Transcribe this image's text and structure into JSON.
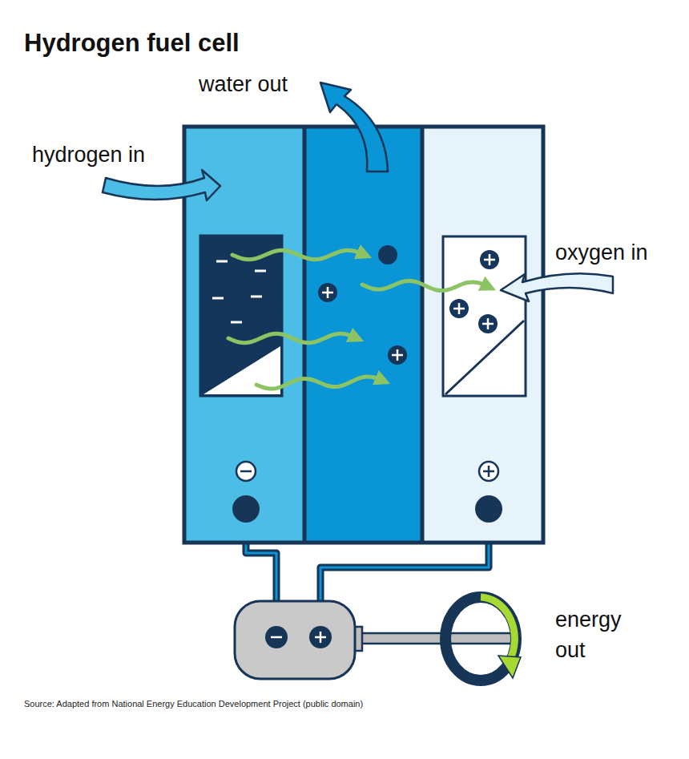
{
  "diagram": {
    "title": "Hydrogen fuel cell",
    "caption": "Source: Adapted from National Energy Education Development Project (public domain)",
    "labels": [
      "water out",
      "hydrogen in",
      "oxygen in",
      "energy out"
    ]
  }
}
